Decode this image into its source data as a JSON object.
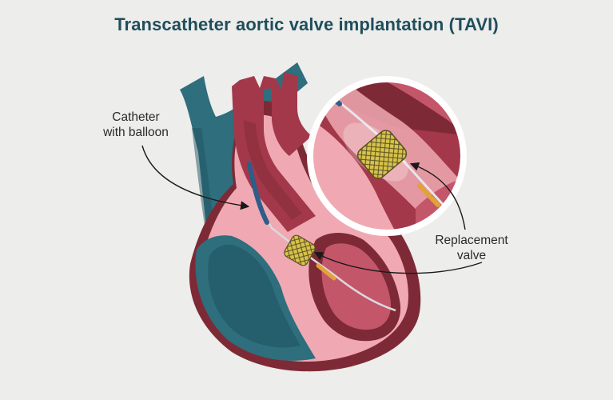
{
  "title": "Transcatheter aortic valve implantation (TAVI)",
  "labels": {
    "catheter_line1": "Catheter",
    "catheter_line2": "with balloon",
    "valve_line1": "Replacement",
    "valve_line2": "valve"
  },
  "colors": {
    "background": "#ededeb",
    "title": "#1f4e5c",
    "vein": "#2e6e7d",
    "vein_dark": "#1f5462",
    "heart_dark": "#7e2a36",
    "heart_mid": "#a3384a",
    "heart_inner": "#c4566a",
    "heart_pink": "#f0a9b2",
    "catheter_blue": "#2f5d8a",
    "valve_gold": "#d8c24a",
    "valve_stroke": "#5a5224",
    "tip_orange": "#e2a13a",
    "arrow": "#1a1a1a"
  }
}
